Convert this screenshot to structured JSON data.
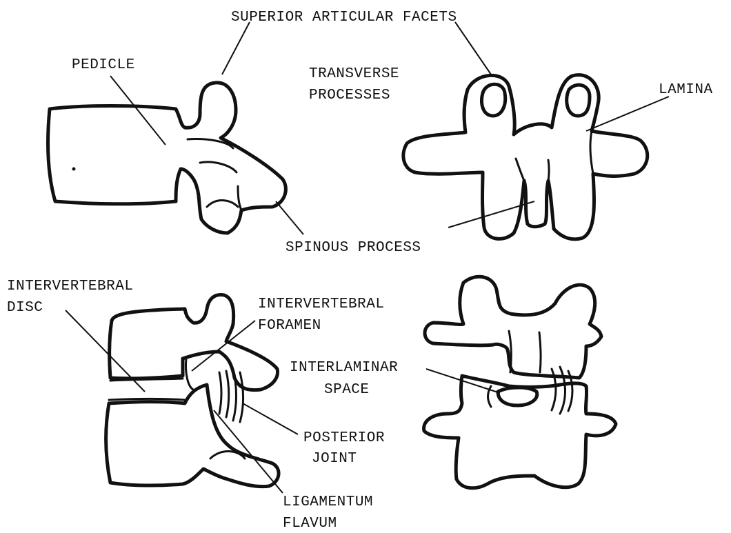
{
  "labels": {
    "superior_articular_facets": "SUPERIOR ARTICULAR FACETS",
    "pedicle": "PEDICLE",
    "transverse_processes_1": "TRANSVERSE",
    "transverse_processes_2": "PROCESSES",
    "lamina": "LAMINA",
    "spinous_process": "SPINOUS PROCESS",
    "intervertebral_disc_1": "INTERVERTEBRAL",
    "intervertebral_disc_2": "DISC",
    "intervertebral_foramen_1": "INTERVERTEBRAL",
    "intervertebral_foramen_2": "FORAMEN",
    "interlaminar_space_1": "INTERLAMINAR",
    "interlaminar_space_2": "SPACE",
    "posterior_joint_1": "POSTERIOR",
    "posterior_joint_2": "JOINT",
    "ligamentum_flavum_1": "LIGAMENTUM",
    "ligamentum_flavum_2": "FLAVUM"
  },
  "colors": {
    "ink": "#111111",
    "paper": "#ffffff"
  }
}
